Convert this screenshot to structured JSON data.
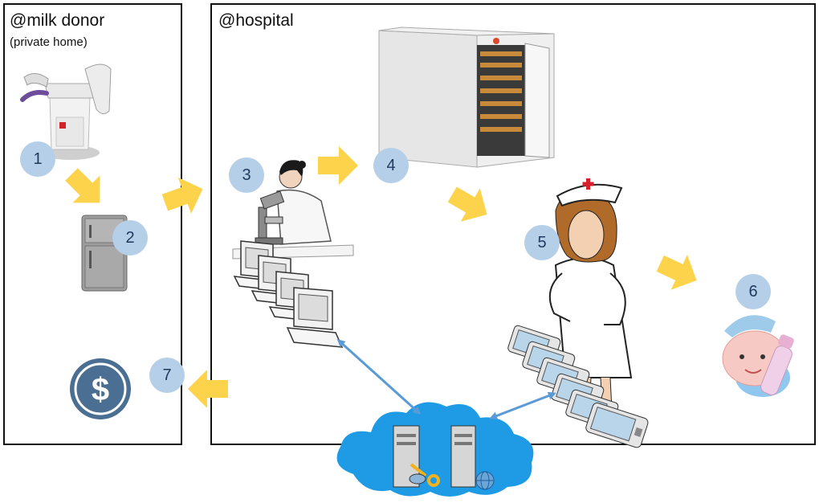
{
  "panels": {
    "donor": {
      "title": "@milk donor",
      "subtitle": "(private home)"
    },
    "hospital": {
      "title": "@hospital"
    }
  },
  "steps": [
    "1",
    "2",
    "3",
    "4",
    "5",
    "6",
    "7"
  ],
  "colors": {
    "badge_fill": "#b6cfe8",
    "badge_text": "#1f3a5f",
    "arrow_fill": "#fdd34b",
    "link_color": "#5b9bd5",
    "cloud_fill": "#1f9be6",
    "dollar_fill": "#4a6f93"
  },
  "icons": [
    "breast-pump-icon",
    "refrigerator-icon",
    "lab-technician-icon",
    "cold-room-icon",
    "nurse-icon",
    "baby-icon",
    "dollar-icon",
    "computer-stack-icon",
    "handheld-devices-icon",
    "cloud-server-icon"
  ]
}
